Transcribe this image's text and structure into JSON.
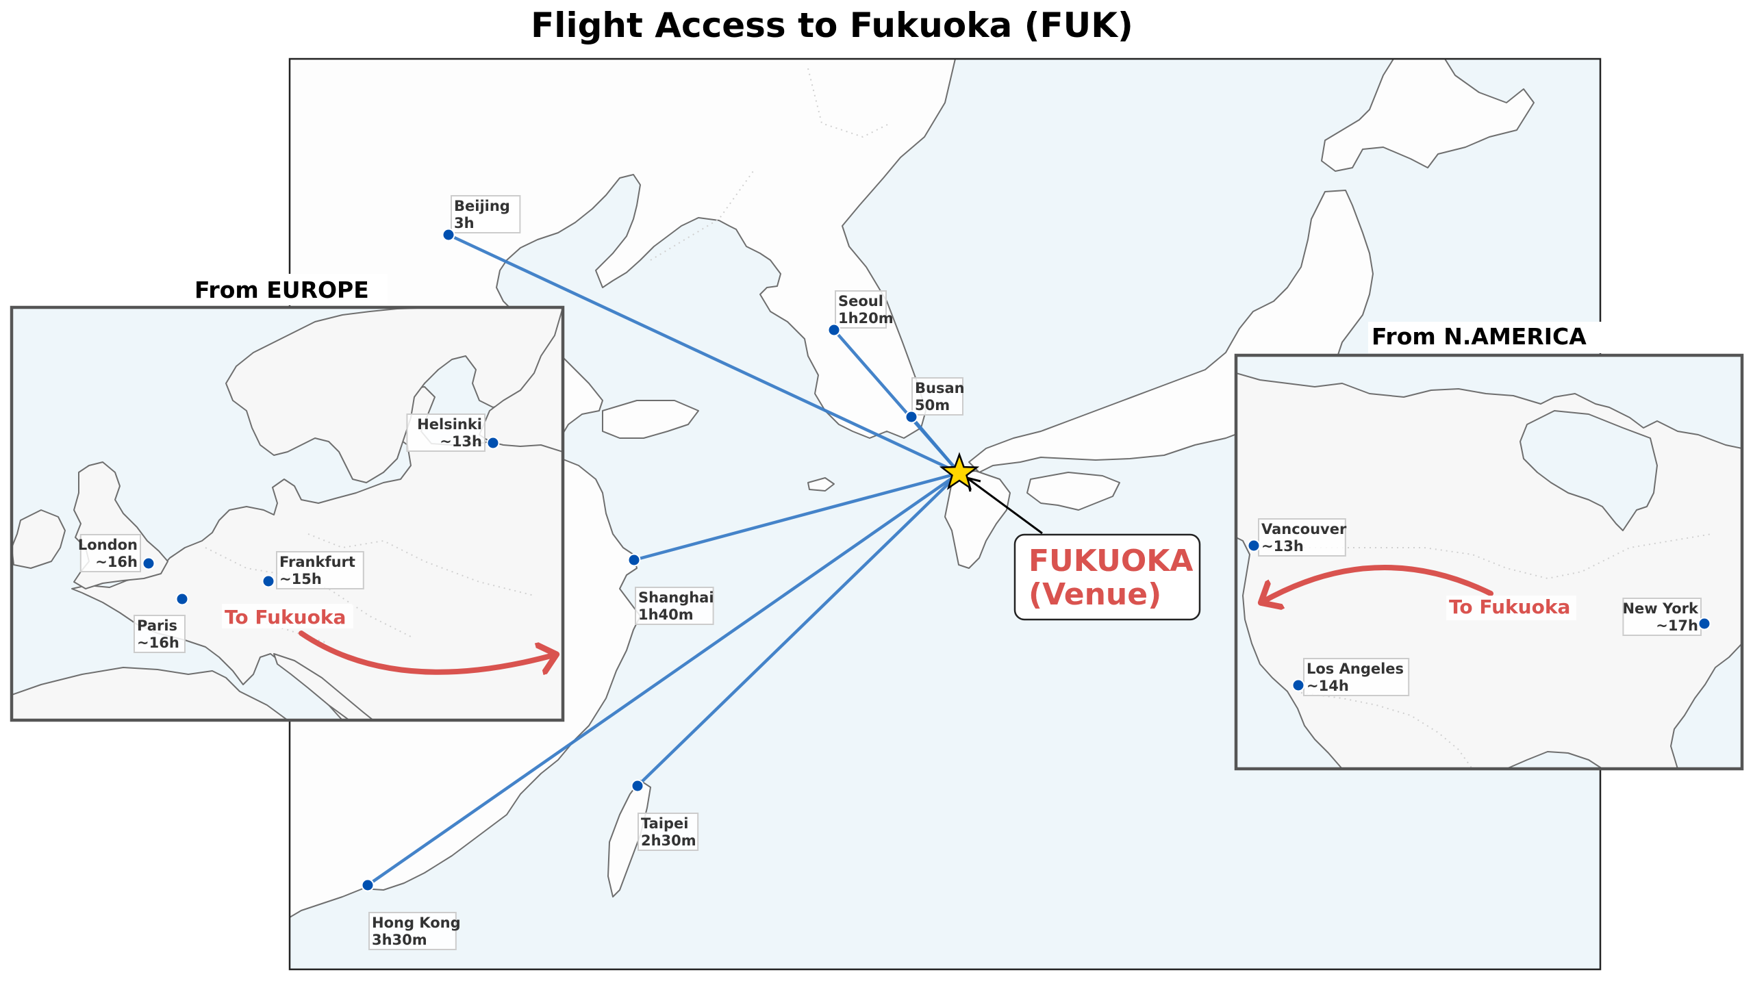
{
  "title": "Flight Access to Fukuoka (FUK)",
  "colors": {
    "ocean": "#eef6fa",
    "land_main": "#fdfdfd",
    "land_inset": "#f7f7f7",
    "route_line": "#3a7cc6",
    "city_dot": "#0050b0",
    "accent_red": "#d9534f",
    "star_fill": "#ffd700"
  },
  "destination": {
    "name": "FUKUOKA",
    "sub": "(Venue)",
    "marker": "star-icon"
  },
  "main_map": {
    "region": "East Asia",
    "cities": [
      {
        "name": "Beijing",
        "time": "3h"
      },
      {
        "name": "Seoul",
        "time": "1h20m"
      },
      {
        "name": "Busan",
        "time": "50m"
      },
      {
        "name": "Shanghai",
        "time": "1h40m"
      },
      {
        "name": "Taipei",
        "time": "2h30m"
      },
      {
        "name": "Hong Kong",
        "time": "3h30m"
      }
    ]
  },
  "insets": {
    "europe": {
      "title": "From EUROPE",
      "arrow_label": "To Fukuoka",
      "cities": [
        {
          "name": "London",
          "time": "~16h"
        },
        {
          "name": "Paris",
          "time": "~16h"
        },
        {
          "name": "Frankfurt",
          "time": "~15h"
        },
        {
          "name": "Helsinki",
          "time": "~13h"
        }
      ]
    },
    "north_america": {
      "title": "From N.AMERICA",
      "arrow_label": "To Fukuoka",
      "cities": [
        {
          "name": "Vancouver",
          "time": "~13h"
        },
        {
          "name": "Los Angeles",
          "time": "~14h"
        },
        {
          "name": "New York",
          "time": "~17h"
        }
      ]
    }
  }
}
